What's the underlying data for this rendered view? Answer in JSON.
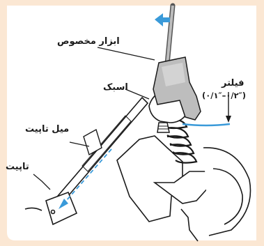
{
  "labels": {
    "special_tool": "ابزار مخصوص",
    "rocker_arm": "اسبک",
    "feeler": "فیلتر",
    "feeler_range": "(۰/۱″–۰/۲″)",
    "pushrod": "میل تاپیت",
    "tappet": "تاپیت"
  },
  "colors": {
    "background": "#fbe7d3",
    "card": "#ffffff",
    "line": "#1a1a1a",
    "tool_fill": "#bdbdbd",
    "accent": "#3a9ad9"
  },
  "icons": {
    "pull_direction": "blue-arrow-icon",
    "oil_flow": "blue-dashed-arrow-icon"
  }
}
